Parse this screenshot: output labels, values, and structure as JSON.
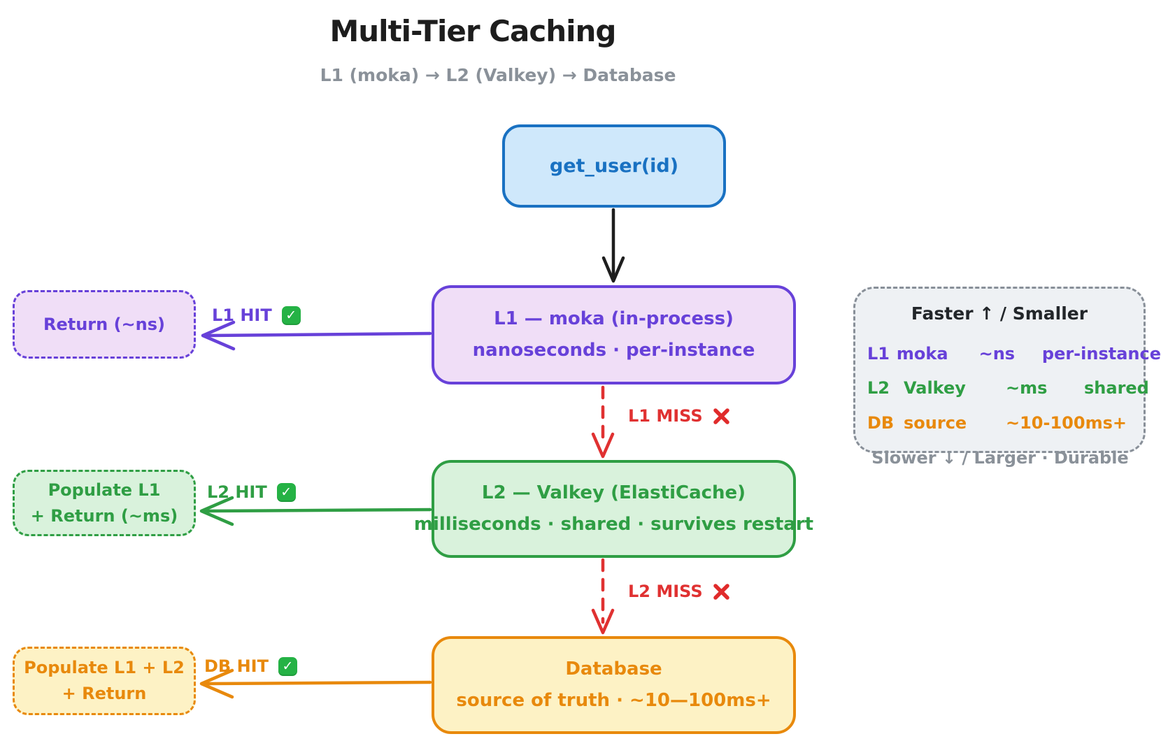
{
  "title": "Multi-Tier Caching",
  "subtitle": "L1 (moka) → L2 (Valkey) → Database",
  "flow": {
    "entry": "get_user(id)",
    "l1": {
      "title": "L1 — moka (in-process)",
      "sub": "nanoseconds · per-instance"
    },
    "l2": {
      "title": "L2 — Valkey (ElastiCache)",
      "sub": "milliseconds · shared · survives restart"
    },
    "db": {
      "title": "Database",
      "sub": "source of truth · ~10—100ms+"
    },
    "l1_return": {
      "line1": "Return (~ns)"
    },
    "l2_return": {
      "line1": "Populate L1",
      "line2": "+ Return (~ms)"
    },
    "db_return": {
      "line1": "Populate L1 + L2",
      "line2": "+ Return"
    }
  },
  "labels": {
    "l1_hit": "L1 HIT",
    "l1_miss": "L1 MISS",
    "l2_hit": "L2 HIT",
    "l2_miss": "L2 MISS",
    "db_hit": "DB HIT"
  },
  "icons": {
    "check_glyph": "✓",
    "check_name": "check-mark-button",
    "cross_name": "cross-mark"
  },
  "legend": {
    "header": "Faster ↑  /  Smaller",
    "rows": [
      {
        "tier": "L1",
        "name": "moka",
        "latency": "~ns",
        "scope": "per-instance"
      },
      {
        "tier": "L2",
        "name": "Valkey",
        "latency": "~ms",
        "scope": "shared"
      },
      {
        "tier": "DB",
        "name": "source",
        "latency": "~10-100ms+",
        "scope": ""
      }
    ],
    "footer": "Slower ↓  /  Larger · Durable"
  },
  "colors": {
    "entry_stroke": "#1971c2",
    "entry_fill": "#cfe8fb",
    "l1_stroke": "#6741d9",
    "l1_fill": "#f0def7",
    "l2_stroke": "#2f9e44",
    "l2_fill": "#d9f2dc",
    "db_stroke": "#e8890c",
    "db_fill": "#fdf2c5",
    "miss_stroke": "#e03131",
    "arrow_black": "#1e1e1e",
    "check_green": "#25b245",
    "legend_fill": "#eef1f4",
    "legend_stroke": "#888f98",
    "subtitle_gray": "#8a9199"
  }
}
